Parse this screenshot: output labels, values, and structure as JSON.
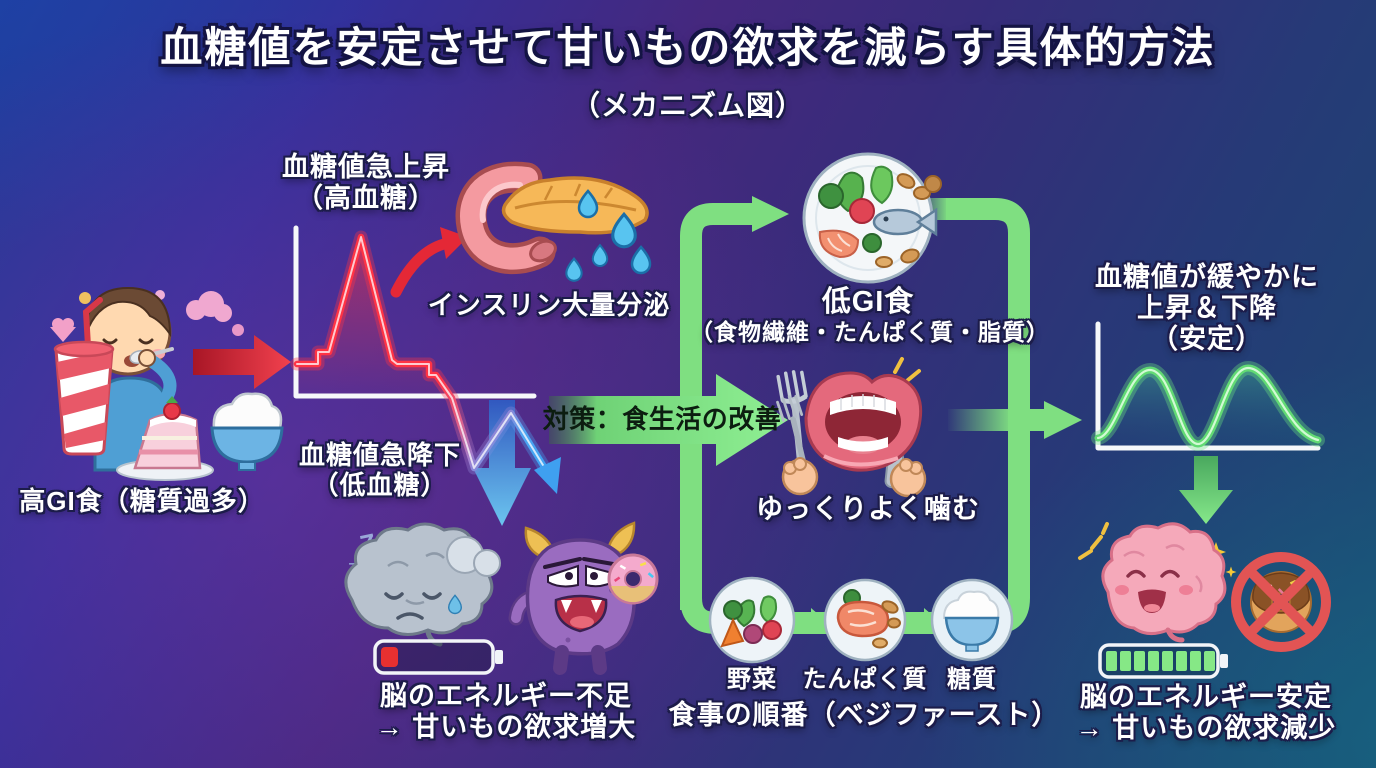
{
  "title": "血糖値を安定させて甘いもの欲求を減らす具体的方法",
  "subtitle": "（メカニズム図）",
  "problem": {
    "high_gi": {
      "label": "高GI食（糖質過多）",
      "icon": "boy-eating-sweets"
    },
    "spike_up": {
      "line1": "血糖値急上昇",
      "line2": "（高血糖）",
      "icon": "blood-sugar-spike-chart"
    },
    "insulin": {
      "label": "インスリン大量分泌",
      "icon": "pancreas-with-droplets"
    },
    "spike_down": {
      "line1": "血糖値急降下",
      "line2": "（低血糖）",
      "icon": "blue-drop-zigzag"
    },
    "brain_low": {
      "line1": "脳のエネルギー不足",
      "line2": "→ 甘いもの欲求増大",
      "icons": [
        "sleepy-brain",
        "empty-battery",
        "sugar-monster-with-donut"
      ]
    }
  },
  "countermeasure": {
    "label": "対策：食生活の改善"
  },
  "solutions": {
    "low_gi": {
      "title": "低GI食",
      "subtitle": "（食物繊維・たんぱく質・脂質）",
      "icon": "low-gi-plate"
    },
    "chew": {
      "label": "ゆっくりよく噛む",
      "icon": "mouth-with-cutlery"
    },
    "meal_order": {
      "label": "食事の順番（ベジファースト）",
      "steps": [
        "野菜",
        "たんぱく質",
        "糖質"
      ],
      "icons": [
        "vegetable-plate",
        "protein-plate",
        "rice-bowl-plate"
      ]
    }
  },
  "result": {
    "stable": {
      "line1": "血糖値が緩やかに",
      "line2": "上昇＆下降",
      "line3": "（安定）",
      "icon": "gentle-wave-chart"
    },
    "brain_stable": {
      "line1": "脳のエネルギー安定",
      "line2": "→ 甘いもの欲求減少",
      "icons": [
        "happy-brain",
        "full-battery",
        "no-sweets-sign"
      ]
    }
  },
  "colors": {
    "flow_green": "#7fdf81",
    "alert_red": "#f03344",
    "drop_blue": "#3ea2f2",
    "stable_wave_green": "#62da74",
    "background_navy": "#1e3c94",
    "background_purple": "#45287e",
    "background_teal": "#1a4a70",
    "label_text": "#ffffff",
    "countermeasure_text": "#0c1d10"
  }
}
